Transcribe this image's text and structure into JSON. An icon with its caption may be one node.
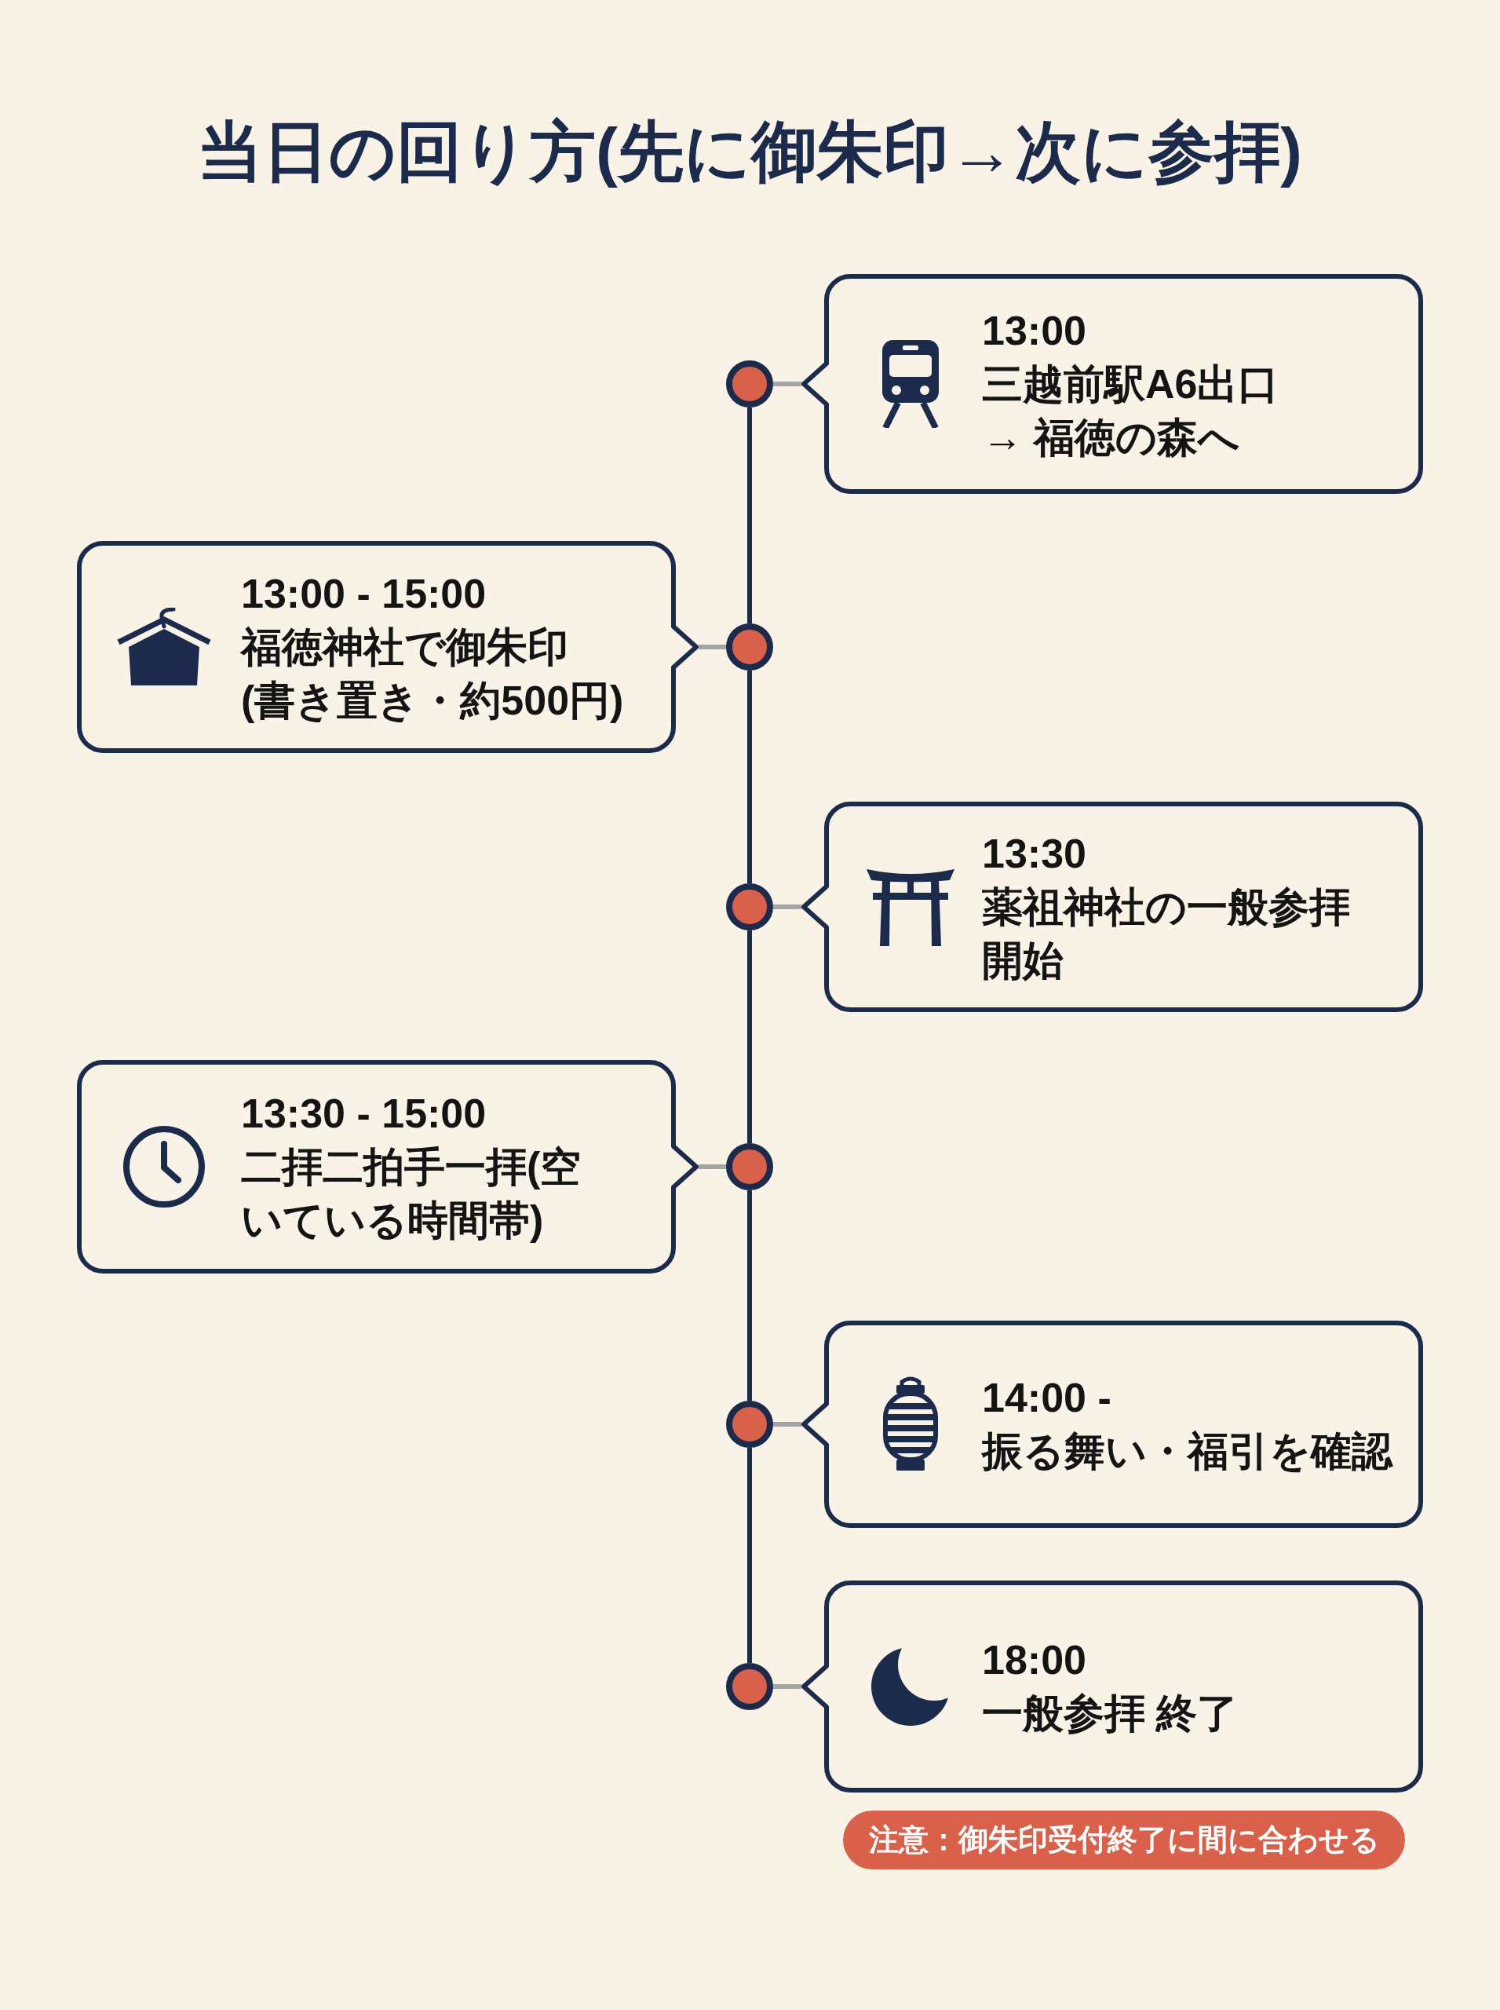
{
  "diagram": {
    "title": "当日の回り方(先に御朱印→次に参拝)",
    "nodes": [
      {
        "text": [
          "13:00",
          "三越前駅A6出口 → 福徳の森へ"
        ]
      },
      {
        "text": [
          "13:00 - 15:00",
          "福徳神社で御朱印(書き置き・約500円)"
        ]
      },
      {
        "text": [
          "13:30",
          "薬祖神社の一般参拝開始"
        ]
      },
      {
        "text": [
          "13:30 - 15:00",
          "二拝二拍手一拝(空いている時間帯)"
        ]
      },
      {
        "text": [
          "14:00 -",
          "振る舞い・福引を確認"
        ]
      },
      {
        "text": [
          "18:00",
          "一般参拝 終了"
        ]
      },
      {
        "text": [],
        "shape": "circle"
      },
      {
        "text": [],
        "shape": "circle"
      },
      {
        "text": [],
        "shape": "circle"
      },
      {
        "text": [],
        "shape": "circle"
      },
      {
        "text": [],
        "shape": "circle"
      },
      {
        "text": [],
        "shape": "circle"
      },
      {
        "text": [
          "注意：御朱印受付終了に間に合わせる"
        ]
      }
    ],
    "edges": [
      {
        "from": 6,
        "to": 7,
        "arrow": "none",
        "color": "#1c2b4b"
      },
      {
        "from": 7,
        "to": 8,
        "arrow": "none",
        "color": "#1c2b4b"
      },
      {
        "from": 8,
        "to": 9,
        "arrow": "none",
        "color": "#1c2b4b"
      },
      {
        "from": 9,
        "to": 10,
        "arrow": "none",
        "color": "#1c2b4b"
      },
      {
        "from": 10,
        "to": 11,
        "arrow": "none",
        "color": "#1c2b4b"
      },
      {
        "from": 6,
        "to": 0,
        "arrow": "none"
      },
      {
        "from": 7,
        "to": 1,
        "arrow": "none"
      },
      {
        "from": 8,
        "to": 2,
        "arrow": "none"
      },
      {
        "from": 9,
        "to": 3,
        "arrow": "none"
      },
      {
        "from": 10,
        "to": 4,
        "arrow": "none"
      },
      {
        "from": 11,
        "to": 5,
        "arrow": "none"
      }
    ]
  }
}
